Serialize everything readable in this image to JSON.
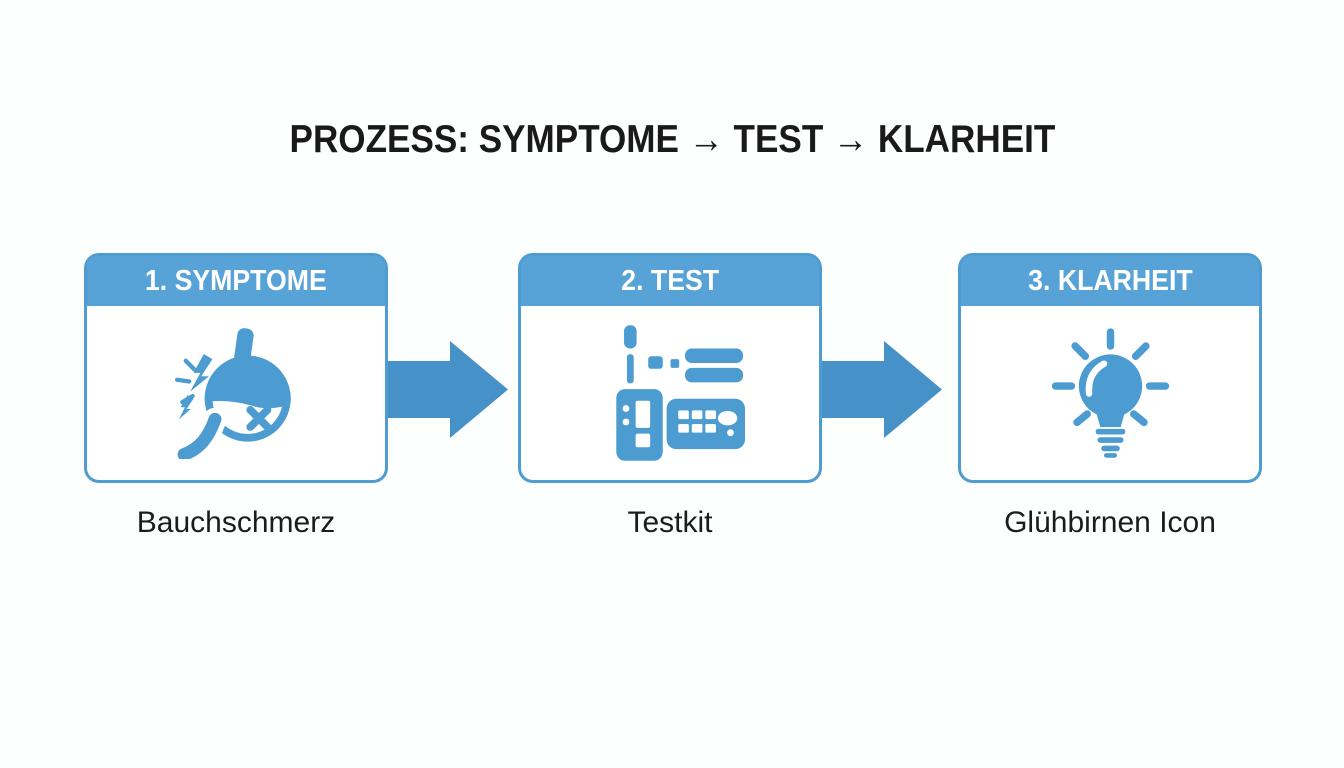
{
  "title": "PROZESS: SYMPTOME → TEST → KLARHEIT",
  "colors": {
    "header_blue": "#57a3d8",
    "border_blue": "#4f9cd2",
    "arrow_blue": "#4691c8",
    "icon_blue": "#4c9bd1",
    "text_dark": "#1a1a1a",
    "background": "#fdfefe"
  },
  "steps": [
    {
      "header": "1. SYMPTOME",
      "icon": "stomach-pain-icon",
      "caption": "Bauchschmerz"
    },
    {
      "header": "2. TEST",
      "icon": "test-kit-icon",
      "caption": "Testkit"
    },
    {
      "header": "3. KLARHEIT",
      "icon": "lightbulb-icon",
      "caption": "Glühbirnen Icon"
    }
  ],
  "arrows": [
    {
      "icon": "right-arrow-icon"
    },
    {
      "icon": "right-arrow-icon"
    }
  ]
}
